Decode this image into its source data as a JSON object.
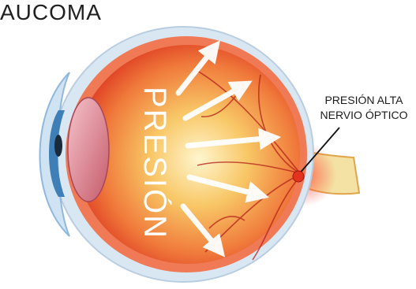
{
  "title": "AUCOMA",
  "pressure_label": "PRESIÓN",
  "annotation": {
    "line1": "PRESIÓN ALTA",
    "line2": "NERVIO ÓPTICO"
  },
  "colors": {
    "sclera": "#d9e7f2",
    "choroid": "#f07a55",
    "retina_inner": "#f6c25a",
    "retina_edge": "#e2331f",
    "vessel": "#b3201a",
    "optic_nerve": "#f3e2a3",
    "lens": "#d87a86",
    "iris": "#3f7fb8",
    "arrow": "#ffffff"
  }
}
